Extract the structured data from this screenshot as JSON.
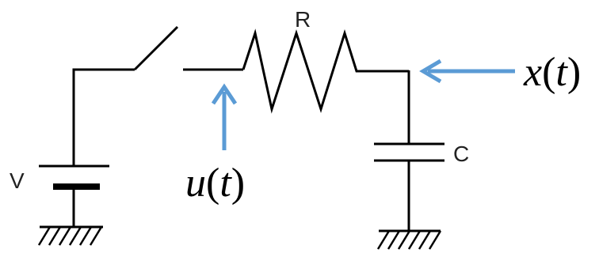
{
  "diagram": {
    "components": {
      "voltage_source_label": "V",
      "resistor_label": "R",
      "capacitor_label": "C"
    },
    "signals": {
      "input": {
        "var": "u",
        "open": "(",
        "arg": "t",
        "close": ")"
      },
      "output": {
        "var": "x",
        "open": "(",
        "arg": "t",
        "close": ")"
      }
    },
    "colors": {
      "wire": "#000000",
      "arrow": "#5b9bd5"
    }
  }
}
